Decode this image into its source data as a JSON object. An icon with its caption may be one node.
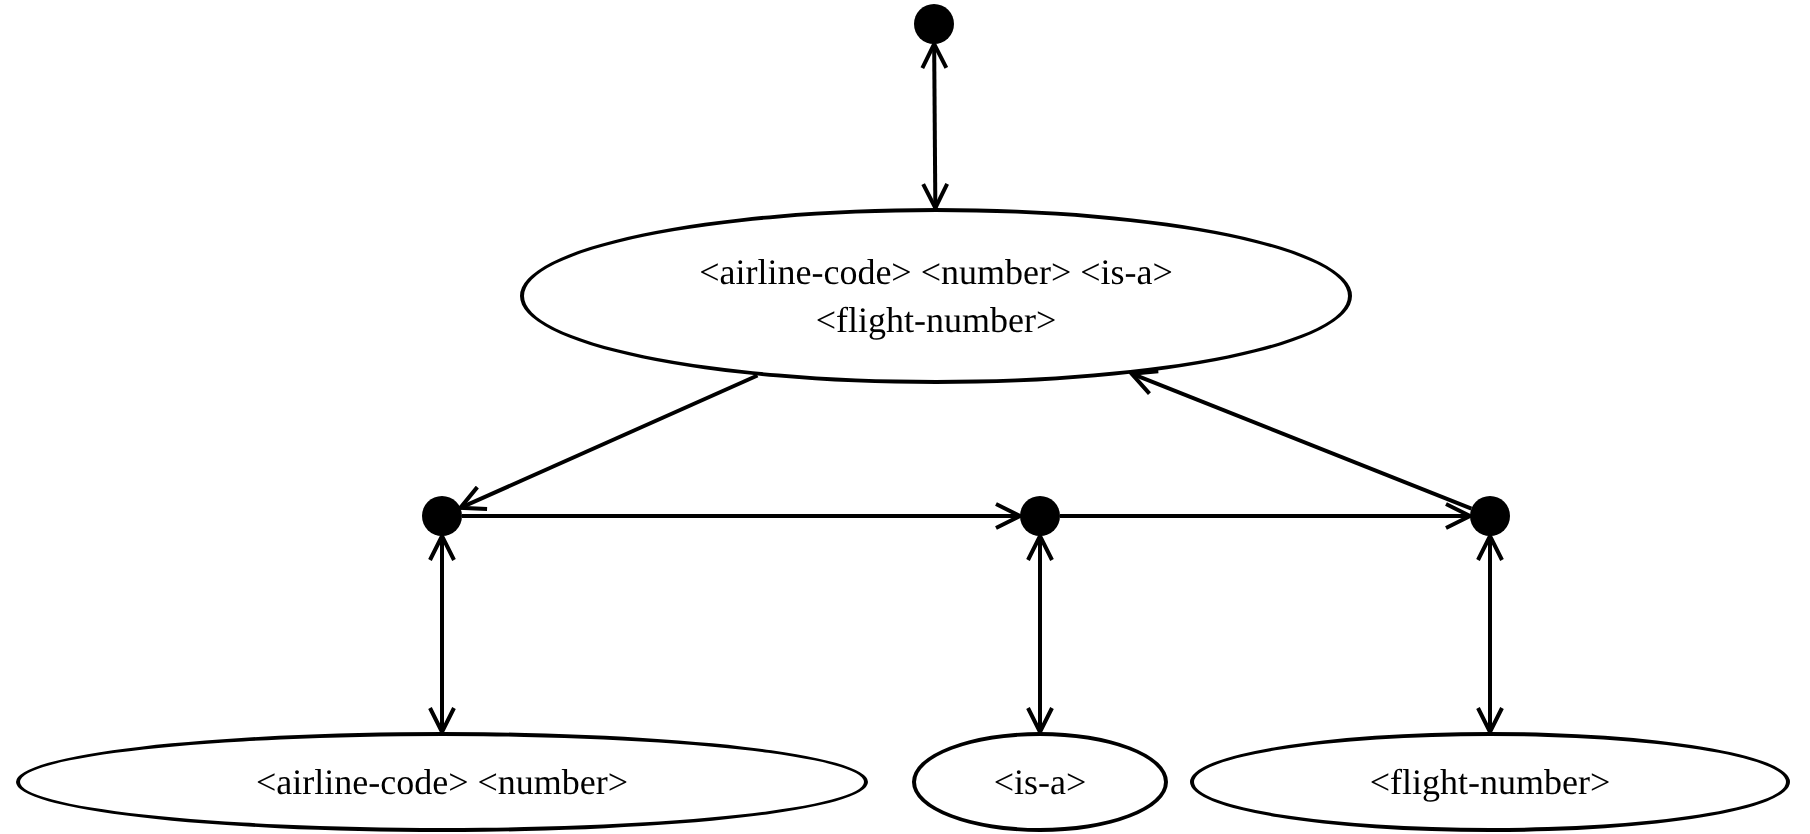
{
  "diagram": {
    "nodes": [
      {
        "text": [],
        "shape": "circle"
      },
      {
        "text": [
          "<airline-code> <number> <is-a> <flight-number>"
        ]
      },
      {
        "text": [],
        "shape": "circle"
      },
      {
        "text": [],
        "shape": "circle"
      },
      {
        "text": [],
        "shape": "circle"
      },
      {
        "text": [
          "<airline-code> <number>"
        ]
      },
      {
        "text": [
          "<is-a>"
        ]
      },
      {
        "text": [
          "<flight-number>"
        ]
      }
    ],
    "edges": [
      {
        "from": 0,
        "to": 1,
        "arrow": "both"
      },
      {
        "from": 1,
        "to": 2,
        "arrow": "to"
      },
      {
        "from": 2,
        "to": 3,
        "arrow": "to"
      },
      {
        "from": 3,
        "to": 4,
        "arrow": "to"
      },
      {
        "from": 4,
        "to": 1,
        "arrow": "to"
      },
      {
        "from": 2,
        "to": 5,
        "arrow": "both"
      },
      {
        "from": 3,
        "to": 6,
        "arrow": "both"
      },
      {
        "from": 4,
        "to": 7,
        "arrow": "both"
      }
    ]
  }
}
